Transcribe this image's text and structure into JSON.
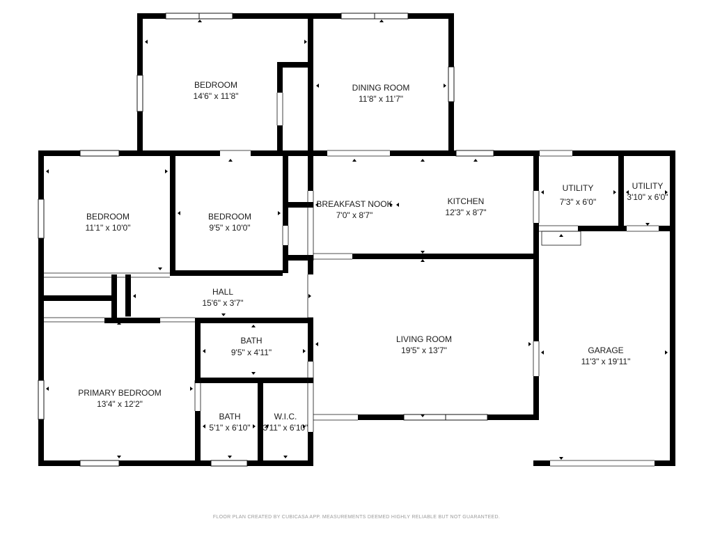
{
  "rooms": {
    "bedroom_top": {
      "name": "BEDROOM",
      "dims": "14'6\" x 11'8\""
    },
    "dining": {
      "name": "DINING ROOM",
      "dims": "11'8\" x 11'7\""
    },
    "bedroom_left": {
      "name": "BEDROOM",
      "dims": "11'1\" x 10'0\""
    },
    "bedroom_mid": {
      "name": "BEDROOM",
      "dims": "9'5\" x 10'0\""
    },
    "breakfast": {
      "name": "BREAKFAST NOOK",
      "dims": "7'0\" x 8'7\""
    },
    "kitchen": {
      "name": "KITCHEN",
      "dims": "12'3\" x 8'7\""
    },
    "utility1": {
      "name": "UTILITY",
      "dims": "7'3\" x 6'0\""
    },
    "utility2": {
      "name": "UTILITY",
      "dims": "3'10\" x 6'0\""
    },
    "hall": {
      "name": "HALL",
      "dims": "15'6\" x 3'7\""
    },
    "bath1": {
      "name": "BATH",
      "dims": "9'5\" x 4'11\""
    },
    "living": {
      "name": "LIVING ROOM",
      "dims": "19'5\" x 13'7\""
    },
    "garage": {
      "name": "GARAGE",
      "dims": "11'3\" x 19'11\""
    },
    "primary": {
      "name": "PRIMARY BEDROOM",
      "dims": "13'4\" x 12'2\""
    },
    "bath2": {
      "name": "BATH",
      "dims": "5'1\" x 6'10\""
    },
    "wic": {
      "name": "W.I.C.",
      "dims": "3'11\" x 6'10\""
    }
  },
  "footer": "FLOOR PLAN CREATED BY CUBICASA APP. MEASUREMENTS DEEMED HIGHLY RELIABLE BUT NOT GUARANTEED."
}
